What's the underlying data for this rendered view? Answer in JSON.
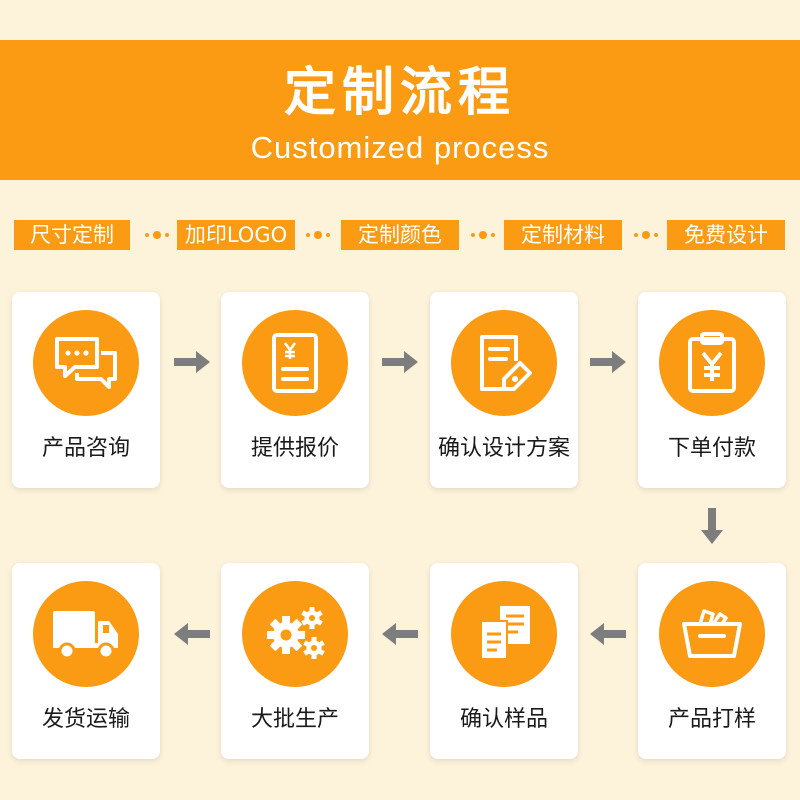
{
  "header": {
    "title": "定制流程",
    "subtitle": "Customized process"
  },
  "tags": [
    {
      "label": "尺寸定制"
    },
    {
      "label": "加印LOGO"
    },
    {
      "label": "定制颜色"
    },
    {
      "label": "定制材料"
    },
    {
      "label": "免费设计"
    }
  ],
  "steps": [
    {
      "label": "产品咨询",
      "icon": "chat-icon"
    },
    {
      "label": "提供报价",
      "icon": "quote-document-icon"
    },
    {
      "label": "确认设计方案",
      "icon": "design-document-icon"
    },
    {
      "label": "下单付款",
      "icon": "payment-clipboard-icon"
    },
    {
      "label": "产品打样",
      "icon": "basket-icon"
    },
    {
      "label": "确认样品",
      "icon": "sample-documents-icon"
    },
    {
      "label": "大批生产",
      "icon": "gears-icon"
    },
    {
      "label": "发货运输",
      "icon": "truck-icon"
    }
  ],
  "colors": {
    "accent": "#fb9a13",
    "background": "#fdf2da",
    "arrow": "#7d7d7d"
  }
}
